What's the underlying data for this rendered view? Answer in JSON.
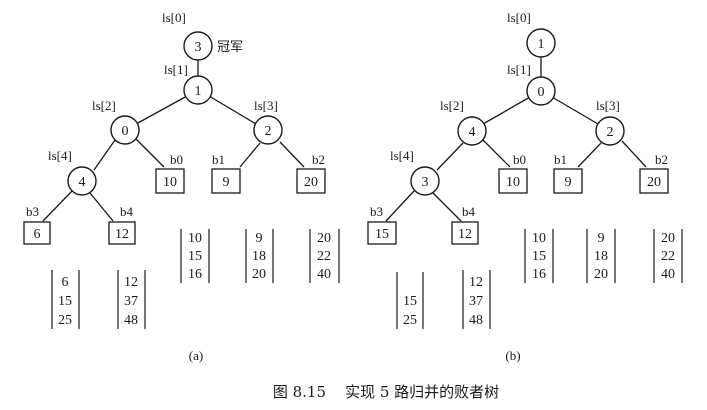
{
  "caption": "图 8.15    实现 5 路归并的败者树",
  "champion_label": "冠军",
  "trees": [
    {
      "sub_label": "(a)",
      "nodes": {
        "ls0": "3",
        "ls1": "1",
        "ls2": "0",
        "ls3": "2",
        "ls4": "4"
      },
      "node_labels": {
        "ls0": "ls[0]",
        "ls1": "ls[1]",
        "ls2": "ls[2]",
        "ls3": "ls[3]",
        "ls4": "ls[4]"
      },
      "leaves": {
        "b0": "10",
        "b1": "9",
        "b2": "20",
        "b3": "6",
        "b4": "12"
      },
      "leaf_labels": {
        "b0": "b0",
        "b1": "b1",
        "b2": "b2",
        "b3": "b3",
        "b4": "b4"
      },
      "runs": {
        "b0": [
          "10",
          "15",
          "16"
        ],
        "b1": [
          "9",
          "18",
          "20"
        ],
        "b2": [
          "20",
          "22",
          "40"
        ],
        "b3": [
          "6",
          "15",
          "25"
        ],
        "b4": [
          "12",
          "37",
          "48"
        ]
      }
    },
    {
      "sub_label": "(b)",
      "nodes": {
        "ls0": "1",
        "ls1": "0",
        "ls2": "4",
        "ls3": "2",
        "ls4": "3"
      },
      "node_labels": {
        "ls0": "ls[0]",
        "ls1": "ls[1]",
        "ls2": "ls[2]",
        "ls3": "ls[3]",
        "ls4": "ls[4]"
      },
      "leaves": {
        "b0": "10",
        "b1": "9",
        "b2": "20",
        "b3": "15",
        "b4": "12"
      },
      "leaf_labels": {
        "b0": "b0",
        "b1": "b1",
        "b2": "b2",
        "b3": "b3",
        "b4": "b4"
      },
      "runs": {
        "b0": [
          "10",
          "15",
          "16"
        ],
        "b1": [
          "9",
          "18",
          "20"
        ],
        "b2": [
          "20",
          "22",
          "40"
        ],
        "b3": [
          "",
          "15",
          "25"
        ],
        "b4": [
          "12",
          "37",
          "48"
        ]
      }
    }
  ]
}
